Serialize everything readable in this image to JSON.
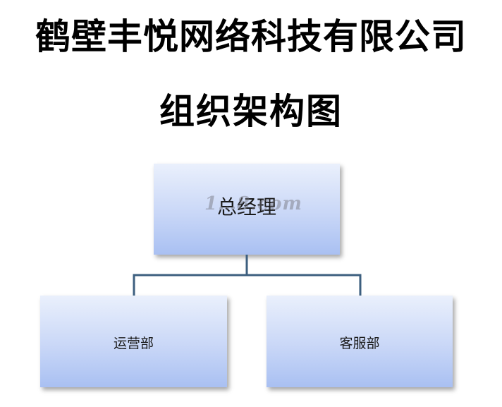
{
  "titles": {
    "company": "鹤壁丰悦网络科技有限公司",
    "chart": "组织架构图"
  },
  "org": {
    "root": {
      "label": "总经理",
      "children": [
        {
          "label": "运营部"
        },
        {
          "label": "客服部"
        }
      ]
    }
  },
  "watermark": "1…8.com",
  "colors": {
    "box_top": "#eaf0fc",
    "box_bottom": "#a9c0f2",
    "connector": "#3d5f7f",
    "text": "#000000"
  }
}
